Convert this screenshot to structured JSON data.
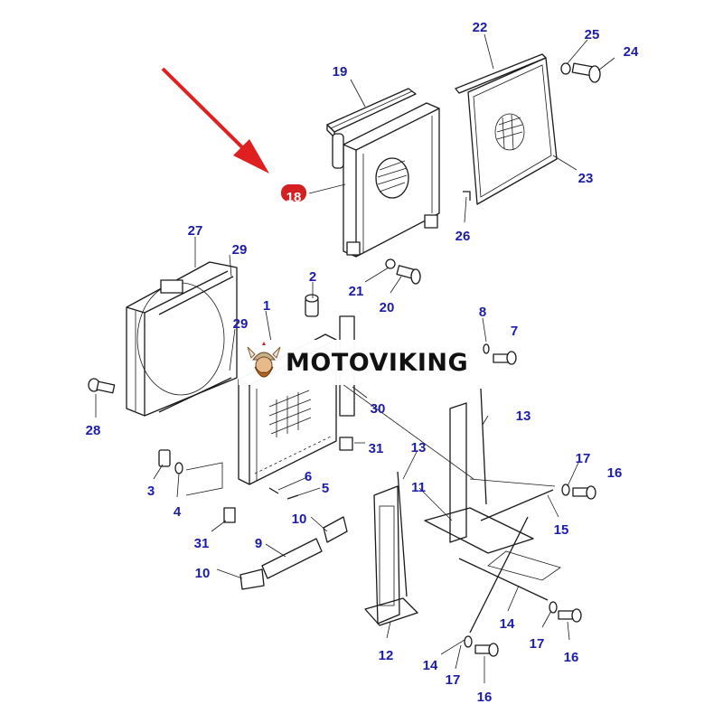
{
  "colors": {
    "callout_text": "#1c1ca8",
    "arrow": "#e02020",
    "highlight_badge": "#d42020",
    "line": "#1a1a1a"
  },
  "highlighted_part": "18",
  "watermark": {
    "text": "MOTOVIKING",
    "logo_icon": "viking-head-icon"
  },
  "callouts": [
    {
      "id": "c-18",
      "label": "18"
    },
    {
      "id": "c-19",
      "label": "19"
    },
    {
      "id": "c-20",
      "label": "20"
    },
    {
      "id": "c-21",
      "label": "21"
    },
    {
      "id": "c-22",
      "label": "22"
    },
    {
      "id": "c-23",
      "label": "23"
    },
    {
      "id": "c-24",
      "label": "24"
    },
    {
      "id": "c-25",
      "label": "25"
    },
    {
      "id": "c-26",
      "label": "26"
    },
    {
      "id": "c-27",
      "label": "27"
    },
    {
      "id": "c-29a",
      "label": "29"
    },
    {
      "id": "c-29b",
      "label": "29"
    },
    {
      "id": "c-2",
      "label": "2"
    },
    {
      "id": "c-1",
      "label": "1"
    },
    {
      "id": "c-28",
      "label": "28"
    },
    {
      "id": "c-8",
      "label": "8"
    },
    {
      "id": "c-7",
      "label": "7"
    },
    {
      "id": "c-30",
      "label": "30"
    },
    {
      "id": "c-13a",
      "label": "13"
    },
    {
      "id": "c-31a",
      "label": "31"
    },
    {
      "id": "c-13b",
      "label": "13"
    },
    {
      "id": "c-17a",
      "label": "17"
    },
    {
      "id": "c-16a",
      "label": "16"
    },
    {
      "id": "c-3",
      "label": "3"
    },
    {
      "id": "c-4",
      "label": "4"
    },
    {
      "id": "c-6",
      "label": "6"
    },
    {
      "id": "c-5",
      "label": "5"
    },
    {
      "id": "c-11",
      "label": "11"
    },
    {
      "id": "c-15",
      "label": "15"
    },
    {
      "id": "c-10a",
      "label": "10"
    },
    {
      "id": "c-31b",
      "label": "31"
    },
    {
      "id": "c-9",
      "label": "9"
    },
    {
      "id": "c-10b",
      "label": "10"
    },
    {
      "id": "c-14a",
      "label": "14"
    },
    {
      "id": "c-17b",
      "label": "17"
    },
    {
      "id": "c-16b",
      "label": "16"
    },
    {
      "id": "c-12",
      "label": "12"
    },
    {
      "id": "c-14b",
      "label": "14"
    },
    {
      "id": "c-17c",
      "label": "17"
    },
    {
      "id": "c-16c",
      "label": "16"
    }
  ]
}
